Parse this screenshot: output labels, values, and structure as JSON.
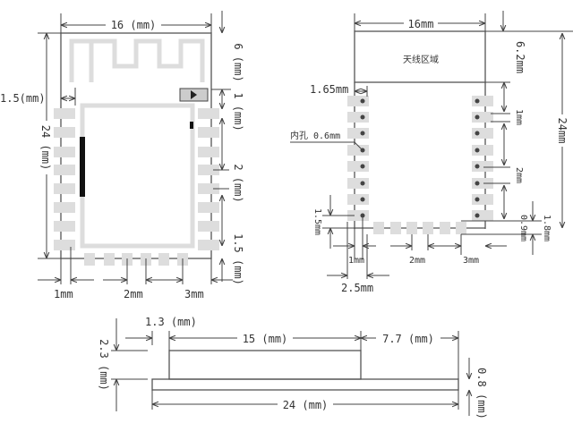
{
  "top_view": {
    "width": "16 (mm)",
    "height": "24 (mm)",
    "edge_offset": "1.5(mm)",
    "antenna_height": "6 (mm)",
    "pitch_1": "1 (mm)",
    "pitch_2": "2 (mm)",
    "bottom_offset": "1.5 (mm)",
    "bottom_1": "1mm",
    "bottom_2": "2mm",
    "bottom_3": "3mm"
  },
  "footprint": {
    "width": "16mm",
    "antenna_label": "天线区域",
    "antenna_height": "6.2mm",
    "pad_offset": "1.65mm",
    "hole_label": "内孔 0.6mm",
    "height": "24mm",
    "pitch_1": "1mm",
    "pitch_2": "2mm",
    "bottom_gap": "1.5mm",
    "gap_09": "0.9mm",
    "gap_18": "1.8mm",
    "bottom_1": "1mm",
    "bottom_2": "2mm",
    "bottom_3": "3mm",
    "bottom_25": "2.5mm"
  },
  "side_view": {
    "offset": "1.3 (mm)",
    "shield_length": "15 (mm)",
    "remaining": "7.7 (mm)",
    "total_height": "2.3 (mm)",
    "pcb_thickness": "0.8 (mm)",
    "length": "24 (mm)"
  },
  "colors": {
    "line": "#555555",
    "pad": "#dddddd"
  }
}
